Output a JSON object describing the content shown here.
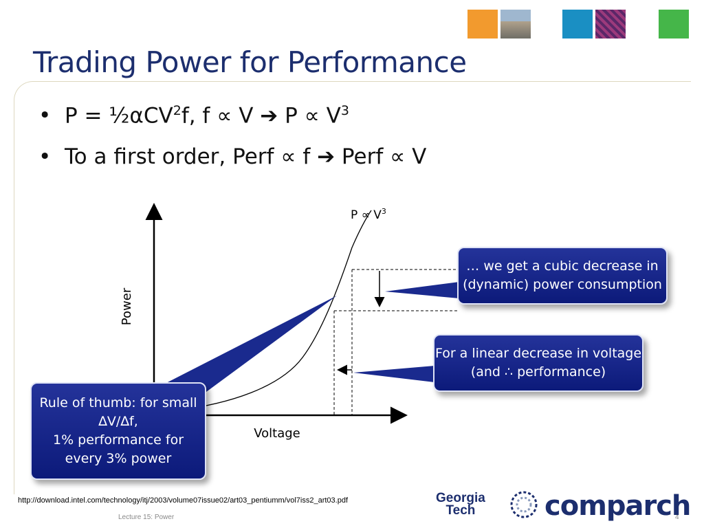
{
  "slide": {
    "title": "Trading Power for Performance",
    "bullets": [
      {
        "pre": "P = ½αCV",
        "sup": "2",
        "post": "f, f ∝ V ➔ P ∝ V",
        "sup2": "3"
      },
      {
        "pre": "To a first order, Perf ∝ f ➔ Perf ∝ V"
      }
    ]
  },
  "diagram": {
    "xlabel": "Voltage",
    "ylabel": "Power",
    "curve_label_pre": "P ∝ V",
    "curve_label_sup": "3"
  },
  "callouts": {
    "cubic": [
      "… we get a cubic decrease in",
      "(dynamic) power consumption"
    ],
    "linear": [
      "For a linear decrease in voltage",
      "(and ∴ performance)"
    ],
    "thumb": [
      "Rule of thumb: for small",
      "∆V/∆f,",
      "1% performance for",
      "every 3% power"
    ]
  },
  "footer": {
    "url": "http://download.intel.com/technology/itj/2003/volume07issue02/art03_pentiumm/vol7iss2_art03.pdf",
    "lecture": "Lecture 15: Power",
    "page": "4",
    "logo_gt_line1": "Georgia",
    "logo_gt_line2": "Tech",
    "logo_comparch": "comparch"
  },
  "colors": {
    "title": "#1c2e6e",
    "callout_fill": "#1a2a8e",
    "tile_orange": "#f29a2e",
    "tile_blue": "#1a8fc3",
    "tile_green": "#45b649"
  }
}
